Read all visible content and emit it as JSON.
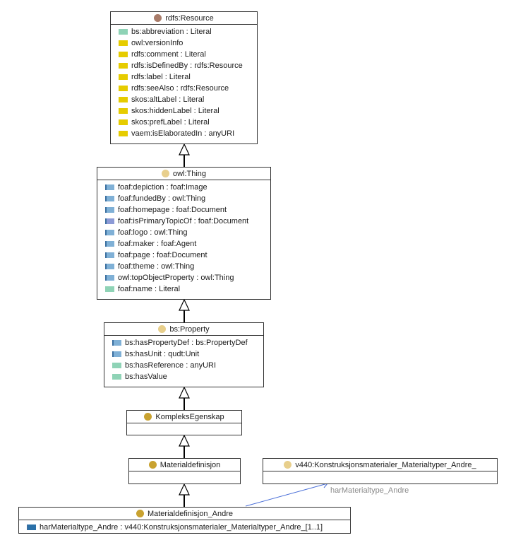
{
  "colors": {
    "datatype_property": "#8fd3b6",
    "annotation_property": "#e6cc00",
    "object_property": "#7fb0d6",
    "inverse_object_property": "#8c9ad6",
    "required_property": "#2a70a8",
    "class_resource": "#a97c6a",
    "class_external": "#e8cf8c",
    "class_local": "#c9a230",
    "assoc_line": "#4a6fd8"
  },
  "classes": {
    "rdfs_resource": {
      "name": "rdfs:Resource",
      "icon": "class-resource",
      "attributes": [
        {
          "text": "bs:abbreviation : Literal",
          "kind": "datatype_property"
        },
        {
          "text": "owl:versionInfo",
          "kind": "annotation_property"
        },
        {
          "text": "rdfs:comment : Literal",
          "kind": "annotation_property"
        },
        {
          "text": "rdfs:isDefinedBy : rdfs:Resource",
          "kind": "annotation_property"
        },
        {
          "text": "rdfs:label : Literal",
          "kind": "annotation_property"
        },
        {
          "text": "rdfs:seeAlso : rdfs:Resource",
          "kind": "annotation_property"
        },
        {
          "text": "skos:altLabel : Literal",
          "kind": "annotation_property"
        },
        {
          "text": "skos:hiddenLabel : Literal",
          "kind": "annotation_property"
        },
        {
          "text": "skos:prefLabel : Literal",
          "kind": "annotation_property"
        },
        {
          "text": "vaem:isElaboratedIn : anyURI",
          "kind": "annotation_property"
        }
      ]
    },
    "owl_thing": {
      "name": "owl:Thing",
      "icon": "class-external",
      "attributes": [
        {
          "text": "foaf:depiction : foaf:Image",
          "kind": "object_property"
        },
        {
          "text": "foaf:fundedBy : owl:Thing",
          "kind": "object_property"
        },
        {
          "text": "foaf:homepage : foaf:Document",
          "kind": "object_property"
        },
        {
          "text": "foaf:isPrimaryTopicOf : foaf:Document",
          "kind": "inverse_object_property"
        },
        {
          "text": "foaf:logo : owl:Thing",
          "kind": "object_property"
        },
        {
          "text": "foaf:maker : foaf:Agent",
          "kind": "object_property"
        },
        {
          "text": "foaf:page : foaf:Document",
          "kind": "object_property"
        },
        {
          "text": "foaf:theme : owl:Thing",
          "kind": "object_property"
        },
        {
          "text": "owl:topObjectProperty : owl:Thing",
          "kind": "object_property"
        },
        {
          "text": "foaf:name : Literal",
          "kind": "datatype_property"
        }
      ]
    },
    "bs_property": {
      "name": "bs:Property",
      "icon": "class-external",
      "attributes": [
        {
          "text": "bs:hasPropertyDef : bs:PropertyDef",
          "kind": "object_property"
        },
        {
          "text": "bs:hasUnit : qudt:Unit",
          "kind": "object_property"
        },
        {
          "text": "bs:hasReference : anyURI",
          "kind": "datatype_property"
        },
        {
          "text": "bs:hasValue",
          "kind": "datatype_property"
        }
      ]
    },
    "kompleks_egenskap": {
      "name": "KompleksEgenskap",
      "icon": "class-local",
      "attributes": []
    },
    "materialdefinisjon": {
      "name": "Materialdefinisjon",
      "icon": "class-local",
      "attributes": []
    },
    "v440_materialtyper": {
      "name": "v440:Konstruksjonsmaterialer_Materialtyper_Andre_",
      "icon": "class-external",
      "attributes": []
    },
    "materialdefinisjon_andre": {
      "name": "Materialdefinisjon_Andre",
      "icon": "class-local",
      "attributes": [
        {
          "text": "harMaterialtype_Andre : v440:Konstruksjonsmaterialer_Materialtyper_Andre_[1..1]",
          "kind": "required_property"
        }
      ]
    }
  },
  "associations": [
    {
      "label": "harMaterialtype_Andre"
    }
  ]
}
